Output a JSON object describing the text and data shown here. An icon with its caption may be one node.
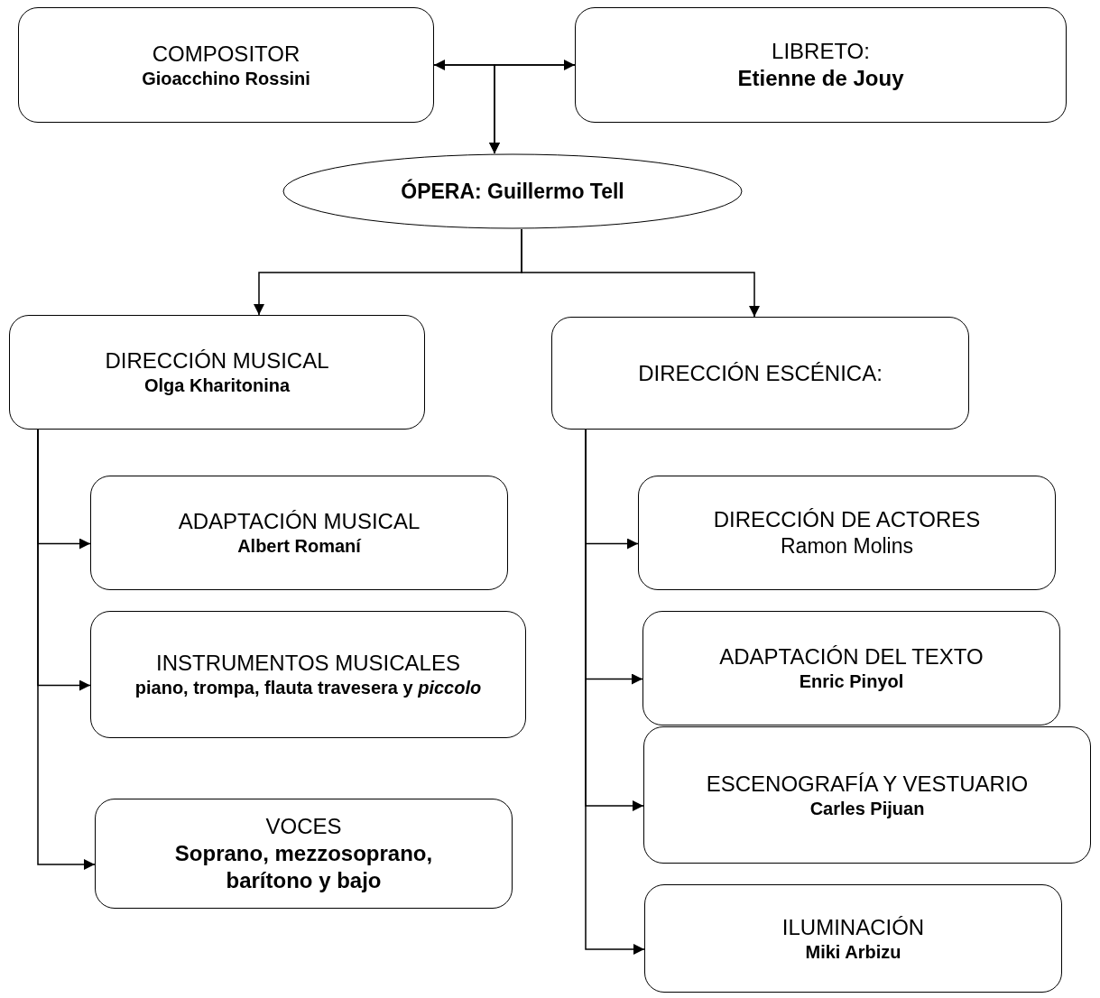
{
  "diagram": {
    "nodes": [
      {
        "text": [
          "COMPOSITOR",
          "Gioacchino Rossini"
        ]
      },
      {
        "text": [
          "LIBRETO:",
          "Etienne de Jouy"
        ]
      },
      {
        "text": [
          "ÓPERA: Guillermo Tell"
        ]
      },
      {
        "text": [
          "DIRECCIÓN MUSICAL",
          "Olga Kharitonina"
        ]
      },
      {
        "text": [
          "DIRECCIÓN ESCÉNICA:"
        ]
      },
      {
        "text": [
          "ADAPTACIÓN MUSICAL",
          "Albert Romaní"
        ]
      },
      {
        "text": [
          "INSTRUMENTOS MUSICALES",
          "piano, trompa, flauta travesera y *piccolo*"
        ]
      },
      {
        "text": [
          "VOCES",
          "Soprano, mezzosoprano, barítono y bajo"
        ]
      },
      {
        "text": [
          "DIRECCIÓN DE ACTORES",
          "Ramon Molins"
        ]
      },
      {
        "text": [
          "ADAPTACIÓN DEL TEXTO",
          "Enric Pinyol"
        ]
      },
      {
        "text": [
          "ESCENOGRAFÍA Y VESTUARIO",
          "Carles Pijuan"
        ]
      },
      {
        "text": [
          "ILUMINACIÓN",
          "Miki Arbizu"
        ]
      }
    ],
    "edges": [
      {
        "from": 0,
        "to": 1,
        "arrow": "both"
      },
      {
        "from": 0,
        "to": 2,
        "arrow": "to"
      },
      {
        "from": 1,
        "to": 2,
        "arrow": "to"
      },
      {
        "from": 2,
        "to": 3,
        "arrow": "to"
      },
      {
        "from": 2,
        "to": 4,
        "arrow": "to"
      },
      {
        "from": 3,
        "to": 5,
        "arrow": "to"
      },
      {
        "from": 3,
        "to": 6,
        "arrow": "to"
      },
      {
        "from": 3,
        "to": 7,
        "arrow": "to"
      },
      {
        "from": 4,
        "to": 8,
        "arrow": "to"
      },
      {
        "from": 4,
        "to": 9,
        "arrow": "to"
      },
      {
        "from": 4,
        "to": 10,
        "arrow": "to"
      },
      {
        "from": 4,
        "to": 11,
        "arrow": "to"
      }
    ]
  }
}
